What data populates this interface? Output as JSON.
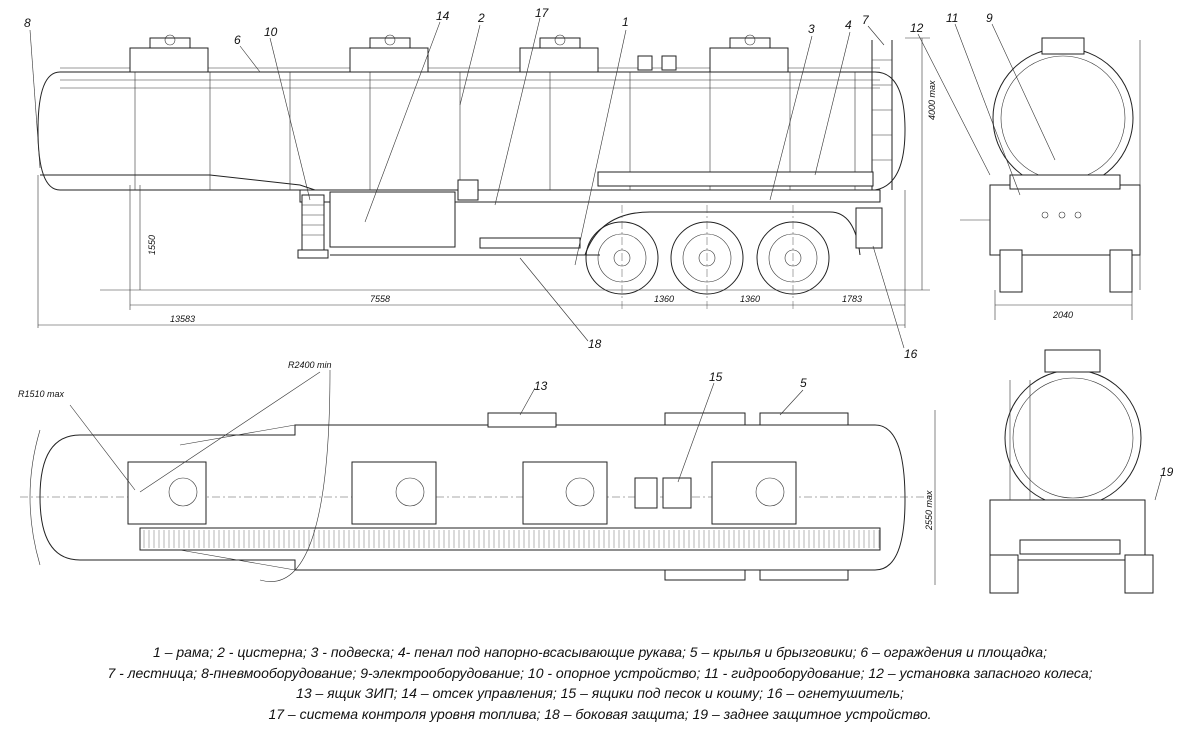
{
  "callouts": [
    "1",
    "2",
    "3",
    "4",
    "5",
    "6",
    "7",
    "8",
    "9",
    "10",
    "11",
    "12",
    "13",
    "14",
    "15",
    "16",
    "17",
    "18",
    "19"
  ],
  "dimensions": {
    "overall_length": "13583",
    "kingpin_to_axle": "7558",
    "axle_spacing_1": "1360",
    "axle_spacing_2": "1360",
    "rear_overhang": "1783",
    "height": "4000 max",
    "coupling_height": "1550",
    "track_width": "2040",
    "overall_width": "2550 max",
    "front_radius": "R1510 max",
    "turning_radius": "R2400 min"
  },
  "legend": [
    "1 – рама; 2 - цистерна; 3 - подвеска; 4- пенал под напорно-всасывающие рукава; 5 – крылья и брызговики; 6 – ограждения и площадка;",
    "7 - лестница; 8-пневмооборудование; 9-электрооборудование; 10 - опорное устройство; 11 - гидрооборудование; 12 – установка запасного колеса;",
    "13 – ящик ЗИП; 14 – отсек управления; 15 – ящики под песок и кошму; 16 – огнетушитель;",
    "17 – система контроля уровня топлива; 18 – боковая защита; 19 – заднее защитное устройство."
  ]
}
